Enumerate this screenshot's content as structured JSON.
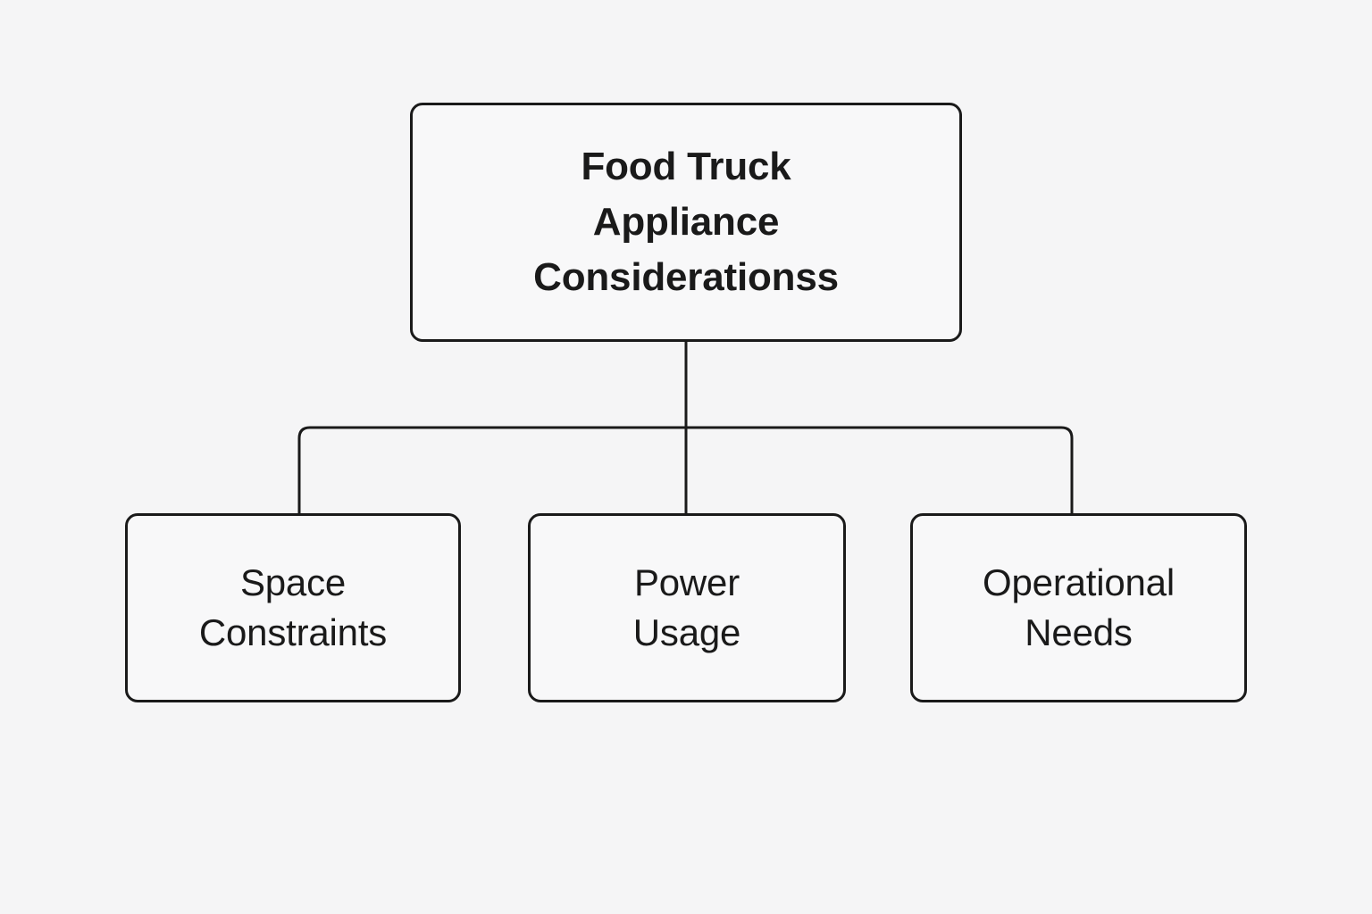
{
  "diagram": {
    "type": "tree",
    "title": "Food Truck Appliance Considerationss",
    "background_color": "#f5f5f6",
    "node_fill_color": "#f8f8f9",
    "stroke_color": "#1a1a1a",
    "root": {
      "label": "Food Truck\nAppliance\nConsiderationss"
    },
    "children": [
      {
        "label": "Space\nConstraints"
      },
      {
        "label": "Power\nUsage"
      },
      {
        "label": "Operational\nNeeds"
      }
    ]
  }
}
